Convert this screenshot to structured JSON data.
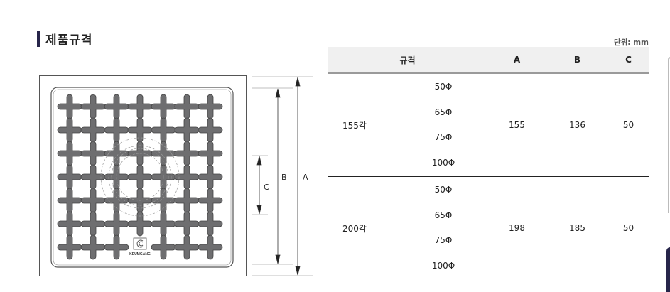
{
  "section": {
    "title": "제품규격",
    "unit": "단위: mm"
  },
  "drawing": {
    "brand": "KEUMGANG",
    "grid_rows": 7,
    "grid_cols": 7
  },
  "dimension_labels": {
    "a": "A",
    "b": "B",
    "c": "C"
  },
  "table": {
    "headers": [
      "규격",
      "A",
      "B",
      "C"
    ],
    "rows": [
      {
        "label": "155각",
        "sizes": [
          "50Φ",
          "65Φ",
          "75Φ",
          "100Φ"
        ],
        "a": "155",
        "b": "136",
        "c": "50"
      },
      {
        "label": "200각",
        "sizes": [
          "50Φ",
          "65Φ",
          "75Φ",
          "100Φ"
        ],
        "a": "198",
        "b": "185",
        "c": "50"
      }
    ]
  },
  "colors": {
    "accent": "#27254a",
    "header_bg": "#f0f0f0",
    "cross_fill": "#6e6e70"
  }
}
